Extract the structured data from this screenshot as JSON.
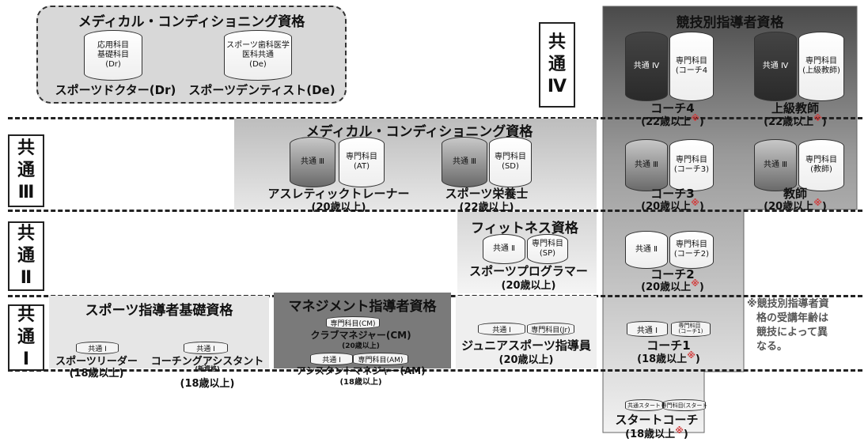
{
  "tiers": {
    "iv": [
      "共",
      "通",
      "Ⅳ"
    ],
    "iii": [
      "共",
      "通",
      "Ⅲ"
    ],
    "ii": [
      "共",
      "通",
      "Ⅱ"
    ],
    "i": [
      "共",
      "通",
      "Ⅰ"
    ]
  },
  "medical_top": {
    "title": "メディカル・コンディショニング資格",
    "doctor": {
      "cyl": "応用科目\n基礎科目\n(Dr)",
      "name": "スポーツドクター(Dr)"
    },
    "dentist": {
      "cyl": "スポーツ歯科医学\n医科共通\n(De)",
      "name": "スポーツデンティスト(De)"
    }
  },
  "competition": {
    "title": "競技別指導者資格",
    "coach4": {
      "common": "共通 Ⅳ",
      "spec": "専門科目\n(コーチ4",
      "name": "コーチ4",
      "age": "(22歳以上",
      "star": "※",
      "close": ")"
    },
    "senior": {
      "common": "共通 Ⅳ",
      "spec": "専門科目\n(上級教師)",
      "name": "上級教師",
      "age": "(22歳以上",
      "star": "※",
      "close": ")"
    },
    "coach3": {
      "common": "共通 Ⅲ",
      "spec": "専門科目\n(コーチ3)",
      "name": "コーチ3",
      "age": "(20歳以上",
      "star": "※",
      "close": ")"
    },
    "teacher": {
      "common": "共通 Ⅲ",
      "spec": "専門科目\n(教師)",
      "name": "教師",
      "age": "(20歳以上",
      "star": "※",
      "close": ")"
    },
    "coach2": {
      "common": "共通 Ⅱ",
      "spec": "専門科目\n(コーチ2)",
      "name": "コーチ2",
      "age": "(20歳以上",
      "star": "※",
      "close": ")"
    },
    "coach1": {
      "common": "共通 Ⅰ",
      "spec": "専門科目\n(コーチ1)",
      "name": "コーチ1",
      "age": "(18歳以上",
      "star": "※",
      "close": ")"
    },
    "start": {
      "common": "共通スタート",
      "spec": "専門科目(スタート",
      "name": "スタートコーチ",
      "age": "(18歳以上",
      "star": "※",
      "close": ")"
    },
    "note": [
      "※競技別指導者資",
      "格の受講年齢は",
      "競技によって異",
      "なる。"
    ]
  },
  "medical_mid": {
    "title": "メディカル・コンディショニング資格",
    "at": {
      "common": "共通 Ⅲ",
      "spec": "専門科目\n(AT)",
      "name": "アスレティックトレーナー",
      "age": "(20歳以上)"
    },
    "sd": {
      "common": "共通 Ⅲ",
      "spec": "専門科目\n(SD)",
      "name": "スポーツ栄養士",
      "age": "(22歳以上)"
    }
  },
  "fitness": {
    "title": "フィットネス資格",
    "common": "共通 Ⅱ",
    "spec": "専門科目\n(SP)",
    "name": "スポーツプログラマー",
    "age": "(20歳以上)"
  },
  "basic": {
    "title": "スポーツ指導者基礎資格",
    "leader": {
      "common": "共通 Ⅰ",
      "name": "スポーツリーダー",
      "age": "(18歳以上)"
    },
    "assistant": {
      "common": "共通 Ⅰ",
      "name": "コーチングアシスタント",
      "sub": "(新資格)",
      "age": "(18歳以上)"
    }
  },
  "management": {
    "title": "マネジメント指導者資格",
    "cm_spec": "専門科目(CM)",
    "cm_name": "クラブマネジャー(CM)",
    "cm_age": "(20歳以上)",
    "am_common": "共通 Ⅰ",
    "am_spec": "専門科目(AM)",
    "am_name": "アシスタントマネジャー(AM)",
    "am_age": "(18歳以上)"
  },
  "junior": {
    "common": "共通 Ⅰ",
    "spec": "専門科目(Jr)",
    "name": "ジュニアスポーツ指導員",
    "age": "(20歳以上)"
  }
}
